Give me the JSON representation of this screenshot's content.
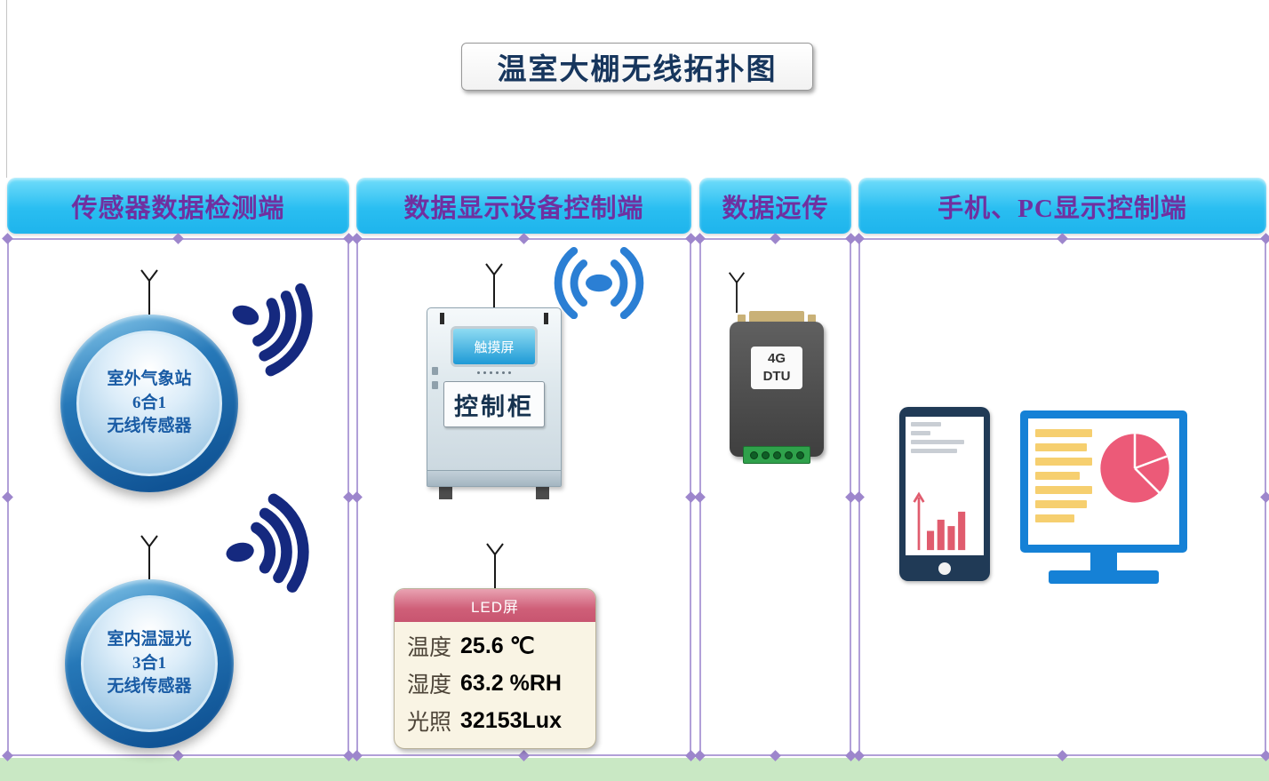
{
  "title": "温室大棚无线拓扑图",
  "columns": {
    "col1": {
      "header": "传感器数据检测端"
    },
    "col2": {
      "header": "数据显示设备控制端"
    },
    "col3": {
      "header": "数据远传"
    },
    "col4": {
      "header": "手机、PC显示控制端"
    }
  },
  "sensors": {
    "outdoor": {
      "name": "室外气象站",
      "type": "6合1",
      "kind": "无线传感器"
    },
    "indoor": {
      "name": "室内温湿光",
      "type": "3合1",
      "kind": "无线传感器"
    }
  },
  "cabinet": {
    "screen": "触摸屏",
    "label": "控制柜"
  },
  "led": {
    "title": "LED屏",
    "rows": [
      {
        "label": "温度",
        "value": "25.6 ℃"
      },
      {
        "label": "湿度",
        "value": "63.2 %RH"
      },
      {
        "label": "光照",
        "value": "32153Lux"
      }
    ]
  },
  "dtu": {
    "line1": "4G",
    "line2": "DTU"
  },
  "colors": {
    "header_bg": "#2abef1",
    "header_text": "#7030a0",
    "frame": "#b1a0d8",
    "wifi_dark": "#15297f",
    "wifi_blue": "#2b7fd4",
    "led_header": "#cf5f78",
    "pie": "#ec5a78"
  }
}
